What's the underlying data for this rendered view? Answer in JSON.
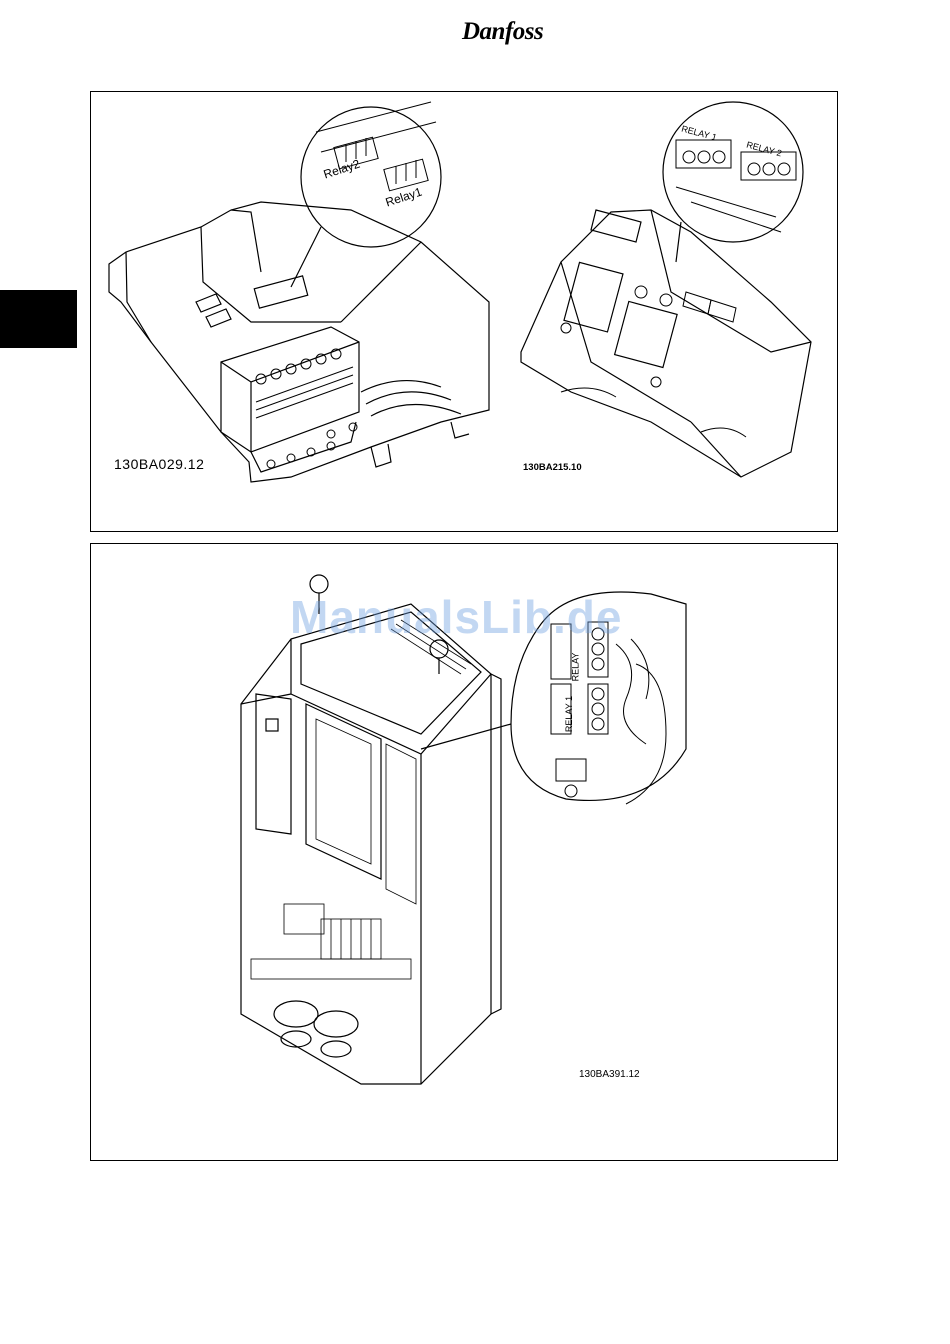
{
  "header": {
    "brand": "Danfoss"
  },
  "figure_top": {
    "left_code": "130BA029.12",
    "right_code": "130BA215.10",
    "left_relay_labels": [
      "Relay2",
      "Relay1"
    ],
    "right_relay_labels": [
      "RELAY 1",
      "RELAY 2"
    ]
  },
  "figure_bottom": {
    "code": "130BA391.12",
    "relay_labels": [
      "RELAY",
      "RELAY 1"
    ]
  },
  "watermark": "ManualsLib.de"
}
